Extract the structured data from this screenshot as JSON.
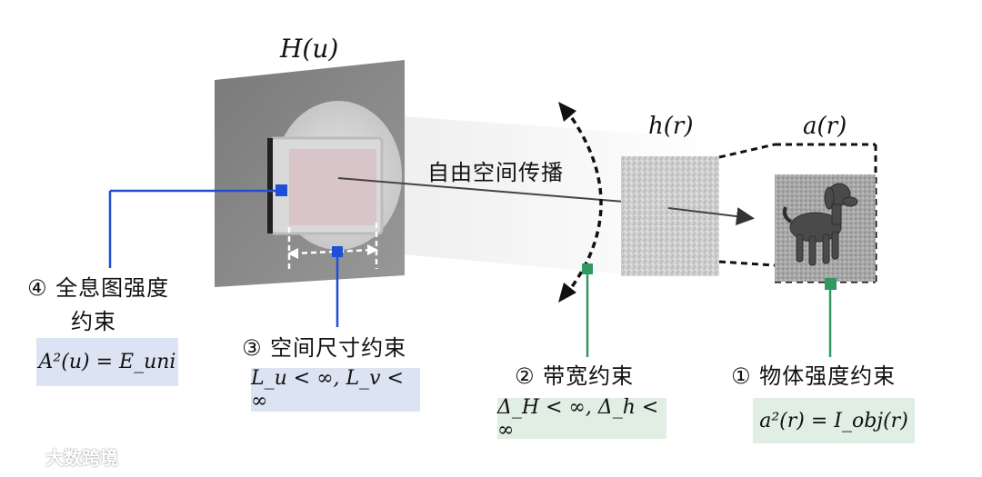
{
  "labels": {
    "hologram_plane": "H(u)",
    "propagation": "自由空间传播",
    "phase_plane": "h(r)",
    "object_plane": "a(r)"
  },
  "constraints": {
    "c4": {
      "title_line1": "④ 全息图强度",
      "title_line2": "约束",
      "formula": "A²(u) = E_uni"
    },
    "c3": {
      "title": "③ 空间尺寸约束",
      "formula": "L_u < ∞, L_v < ∞"
    },
    "c2": {
      "title": "② 带宽约束",
      "formula": "Δ_H < ∞, Δ_h < ∞"
    },
    "c1": {
      "title": "① 物体强度约束",
      "formula": "a²(r) = I_obj(r)"
    }
  },
  "watermark": {
    "text": "大数跨境",
    "logo": "cloud-logo-icon"
  },
  "colors": {
    "blue_marker": "#1f4fd6",
    "green_marker": "#2f9a60",
    "blue_box": "#dce4f3",
    "green_box": "#e0eee4",
    "panel_gray": "#8a8a8a"
  }
}
